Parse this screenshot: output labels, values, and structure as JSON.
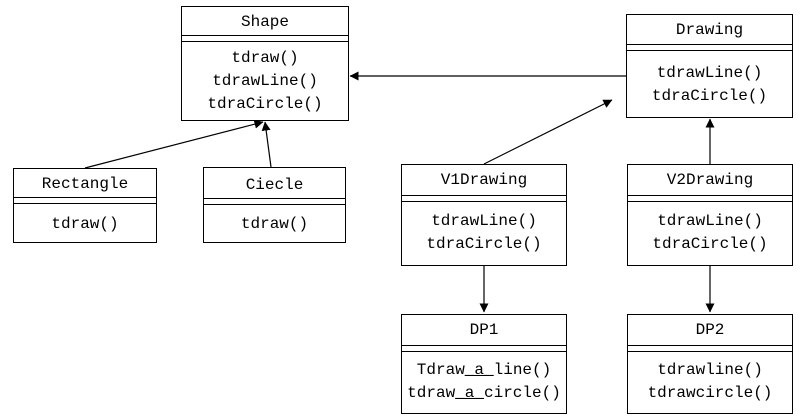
{
  "classes": {
    "shape": {
      "name": "Shape",
      "ops": [
        "tdraw()",
        "tdrawLine()",
        "tdraCircle()"
      ]
    },
    "drawing": {
      "name": "Drawing",
      "ops": [
        "tdrawLine()",
        "tdraCircle()"
      ]
    },
    "rectangle": {
      "name": "Rectangle",
      "ops": [
        "tdraw()"
      ]
    },
    "ciecle": {
      "name": "Ciecle",
      "ops": [
        "tdraw()"
      ]
    },
    "v1drawing": {
      "name": "V1Drawing",
      "ops": [
        "tdrawLine()",
        "tdraCircle()"
      ]
    },
    "v2drawing": {
      "name": "V2Drawing",
      "ops": [
        "tdrawLine()",
        "tdraCircle()"
      ]
    },
    "dp1": {
      "name": "DP1",
      "ops": [
        {
          "pre": "Tdraw",
          "u": "_a_",
          "post": "line()"
        },
        {
          "pre": "tdraw",
          "u": "_a_",
          "post": "circle()"
        }
      ]
    },
    "dp2": {
      "name": "DP2",
      "ops": [
        "tdrawline()",
        "tdrawcircle()"
      ]
    }
  }
}
